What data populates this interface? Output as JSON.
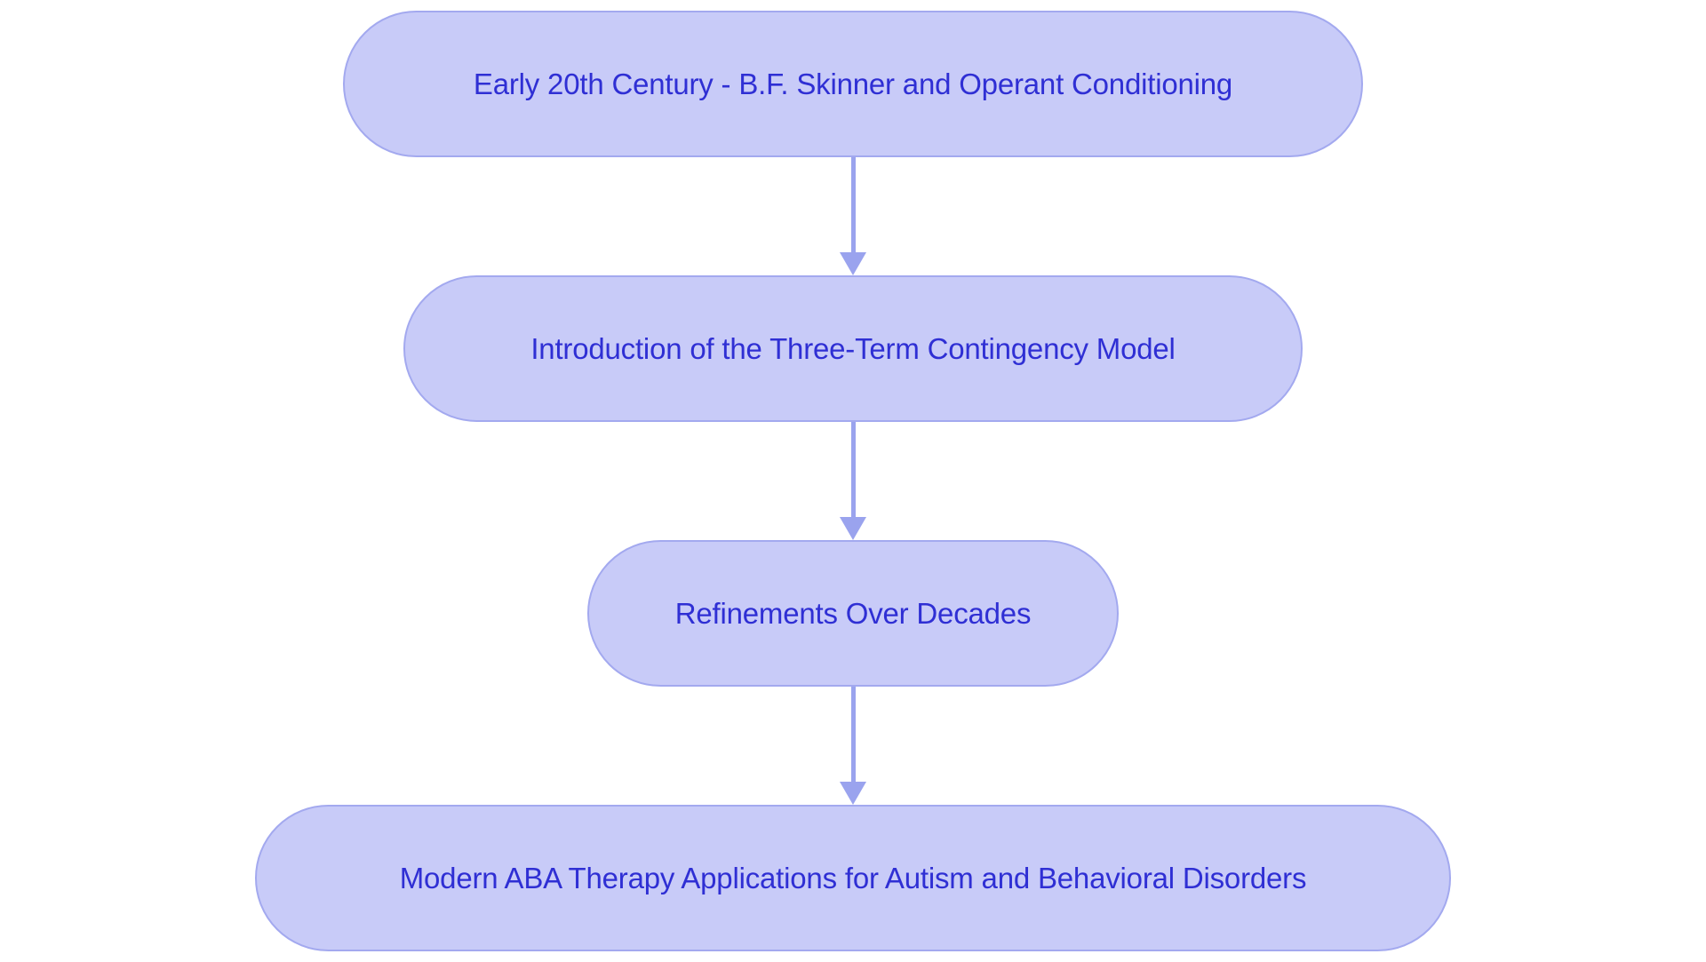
{
  "diagram": {
    "type": "vertical-flowchart",
    "orientation": "top-to-bottom",
    "title": "",
    "colors": {
      "node_fill": "#c8cbf8",
      "node_border": "#a3a9ef",
      "node_text": "#2f2fd4",
      "connector": "#9aa3ee",
      "background": "#ffffff"
    },
    "nodes": [
      {
        "id": "node-1",
        "label": "Early 20th Century - B.F. Skinner and Operant Conditioning"
      },
      {
        "id": "node-2",
        "label": "Introduction of the Three-Term Contingency Model"
      },
      {
        "id": "node-3",
        "label": "Refinements Over Decades"
      },
      {
        "id": "node-4",
        "label": "Modern ABA Therapy Applications for Autism and Behavioral Disorders"
      }
    ],
    "edges": [
      {
        "id": "edge-1",
        "from": "node-1",
        "to": "node-2",
        "label": "",
        "arrow": "down-arrow"
      },
      {
        "id": "edge-2",
        "from": "node-2",
        "to": "node-3",
        "label": "",
        "arrow": "down-arrow"
      },
      {
        "id": "edge-3",
        "from": "node-3",
        "to": "node-4",
        "label": "",
        "arrow": "down-arrow"
      }
    ]
  }
}
